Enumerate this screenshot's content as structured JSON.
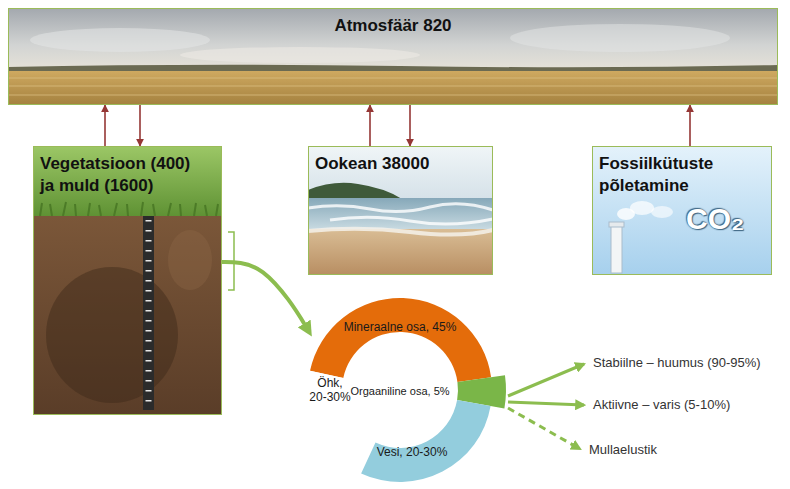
{
  "diagram": {
    "nodes": [
      {
        "text": [
          "Atmosfäär 820"
        ]
      },
      {
        "text": [
          "Vegetatsioon (400) ja muld (1600)"
        ]
      },
      {
        "text": [
          "Ookean 38000"
        ]
      },
      {
        "text": [
          "Fossiilkütuste põletamine"
        ]
      },
      {
        "text": [
          "Mineraalne osa, 45%"
        ]
      },
      {
        "text": [
          "Öhk, 20-30%"
        ]
      },
      {
        "text": [
          "Orgaaniline osa, 5%"
        ]
      },
      {
        "text": [
          "Vesi, 20-30%"
        ]
      }
    ],
    "edges": [
      {
        "from": 1,
        "to": 0,
        "arrow": "to"
      },
      {
        "from": 0,
        "to": 1,
        "arrow": "to"
      },
      {
        "from": 2,
        "to": 0,
        "arrow": "to"
      },
      {
        "from": 0,
        "to": 2,
        "arrow": "to"
      },
      {
        "from": 3,
        "to": 0,
        "arrow": "to"
      },
      {
        "from": 1,
        "to": 4,
        "arrow": "to"
      }
    ],
    "labels": [
      "Stabiilne – huumus (90-95%)",
      "Aktiivne – varis (5-10%)",
      "Mullaelustik",
      "CO₂"
    ]
  }
}
